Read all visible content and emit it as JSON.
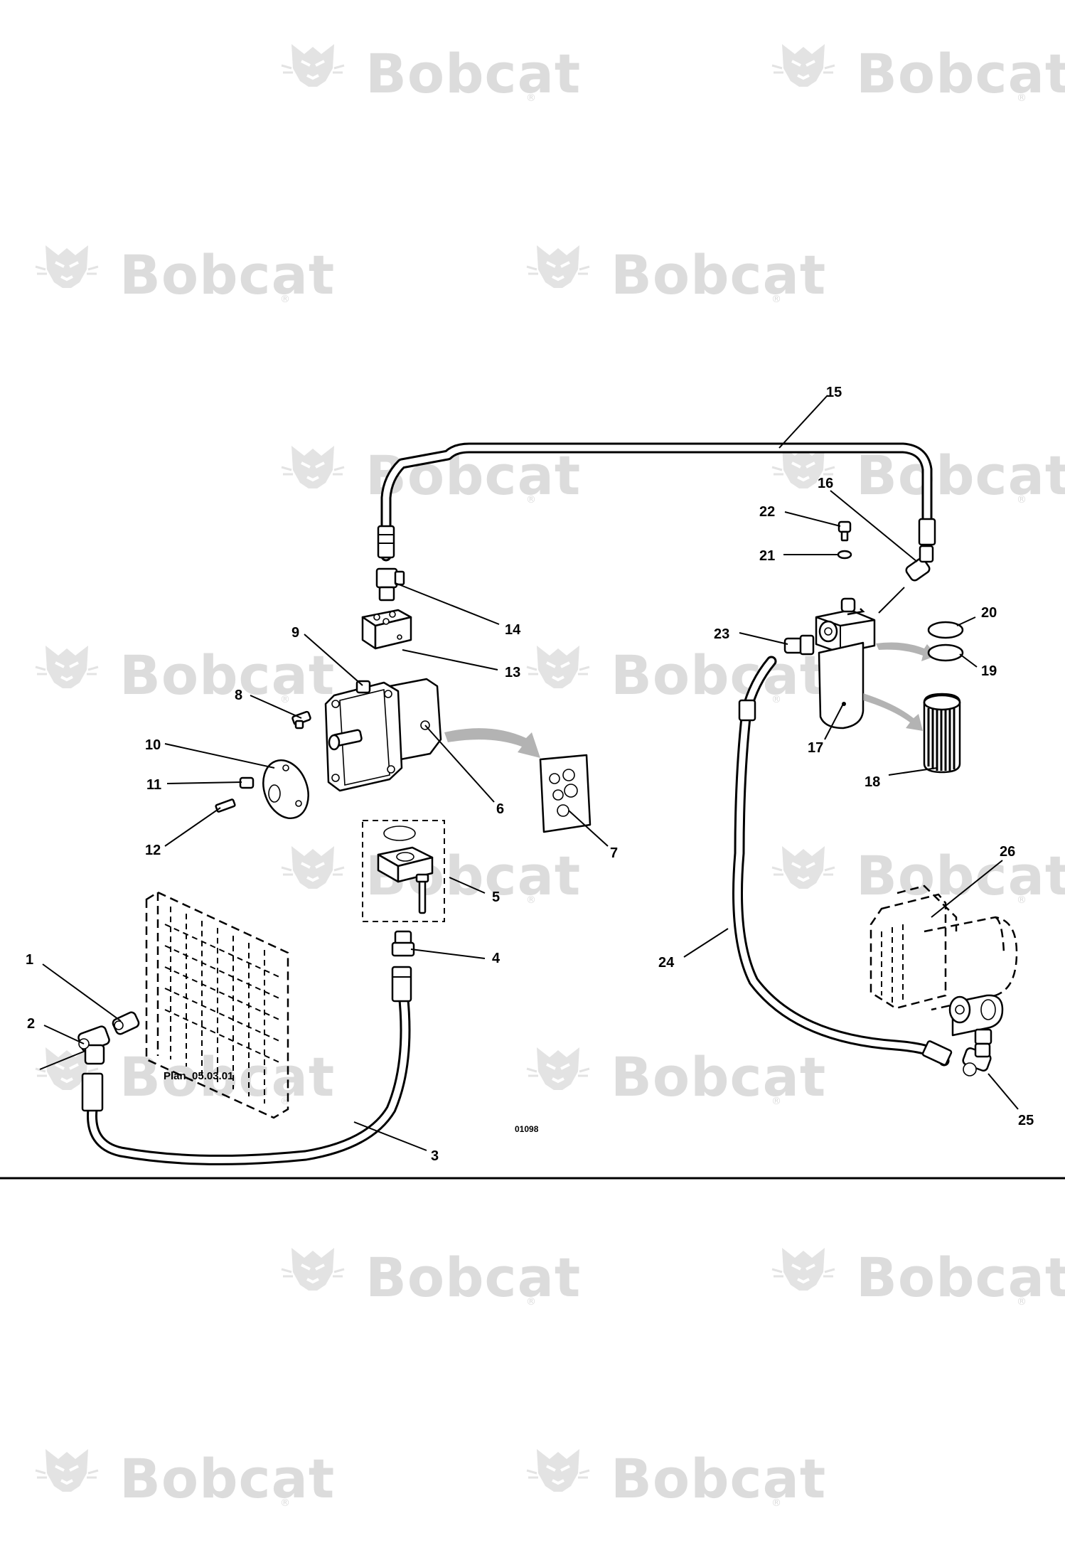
{
  "watermark": {
    "brand": "Bobcat",
    "mark": "®",
    "logo_icon": "bobcat-head-logo"
  },
  "callouts": [
    "1",
    "2",
    "3",
    "4",
    "5",
    "6",
    "7",
    "8",
    "9",
    "10",
    "11",
    "12",
    "13",
    "14",
    "15",
    "16",
    "17",
    "18",
    "19",
    "20",
    "21",
    "22",
    "23",
    "24",
    "25",
    "26"
  ],
  "radiator_reference": "Plan. 05.03.01",
  "drawing_number": "01098",
  "colors": {
    "line": "#000000",
    "background": "#ffffff",
    "watermark": "#dcdcdc"
  }
}
